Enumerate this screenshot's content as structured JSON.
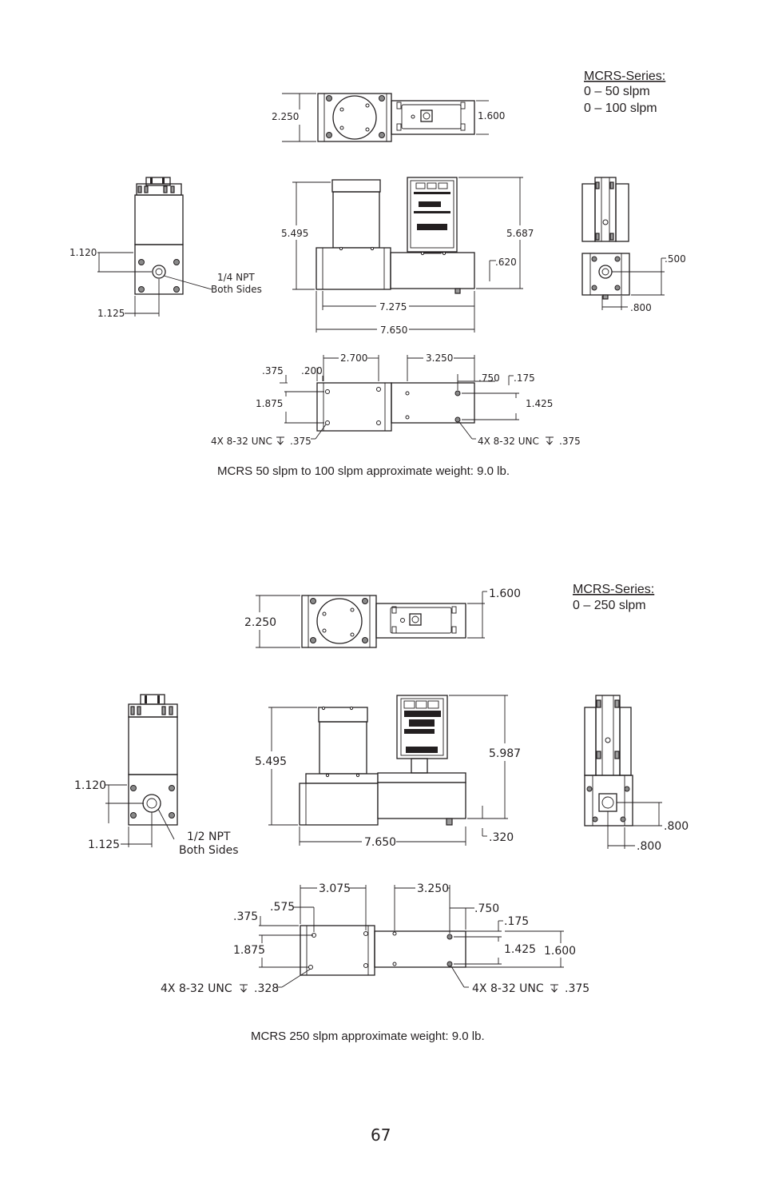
{
  "page_number": "67",
  "colors": {
    "ink": "#231f20",
    "body_gray": "#9b9b9b",
    "paper": "#ffffff"
  },
  "drawing_top": {
    "series_title": "MCRS-Series:",
    "ranges": [
      "0 – 50 slpm",
      "0 – 100 slpm"
    ],
    "weight_note": "MCRS 50 slpm to 100 slpm approximate weight: 9.0 lb.",
    "port_label_1": "1/4 NPT",
    "port_label_2": "Both Sides",
    "dims": {
      "top_height": "2.250",
      "top_meter_height": "1.600",
      "side_port_height": "1.120",
      "side_port_offset": "1.125",
      "front_height_body": "5.495",
      "front_height_total": "5.687",
      "front_base": ".620",
      "front_width_inner": "7.275",
      "front_width_total": "7.650",
      "end_port_height": ".500",
      "end_port_offset": ".800",
      "bottom_a": "2.700",
      "bottom_b": "3.250",
      "bottom_c": ".375",
      "bottom_d": ".200",
      "bottom_e": "1.875",
      "bottom_f": ".750",
      "bottom_g": ".175",
      "bottom_h": "1.425",
      "hole_left": "4X 8-32 UNC",
      "hole_left_depth": ".375",
      "hole_right": "4X 8-32 UNC",
      "hole_right_depth": ".375"
    }
  },
  "drawing_bottom": {
    "series_title": "MCRS-Series:",
    "ranges": [
      "0 – 250 slpm"
    ],
    "weight_note": "MCRS 250 slpm approximate weight: 9.0 lb.",
    "port_label_1": "1/2  NPT",
    "port_label_2": "Both Sides",
    "dims": {
      "top_height": "2.250",
      "top_meter_height": "1.600",
      "side_port_height": "1.120",
      "side_port_offset": "1.125",
      "front_height_body": "5.495",
      "front_height_total": "5.987",
      "front_base": ".320",
      "front_width_total": "7.650",
      "end_port_height": ".800",
      "end_port_offset": ".800",
      "bottom_a": "3.075",
      "bottom_b": "3.250",
      "bottom_c": ".375",
      "bottom_d": ".575",
      "bottom_e": "1.875",
      "bottom_f": ".750",
      "bottom_g": ".175",
      "bottom_h": "1.425",
      "bottom_i": "1.600",
      "hole_left": "4X 8-32 UNC",
      "hole_left_depth": ".328",
      "hole_right": "4X 8-32 UNC",
      "hole_right_depth": ".375"
    }
  }
}
